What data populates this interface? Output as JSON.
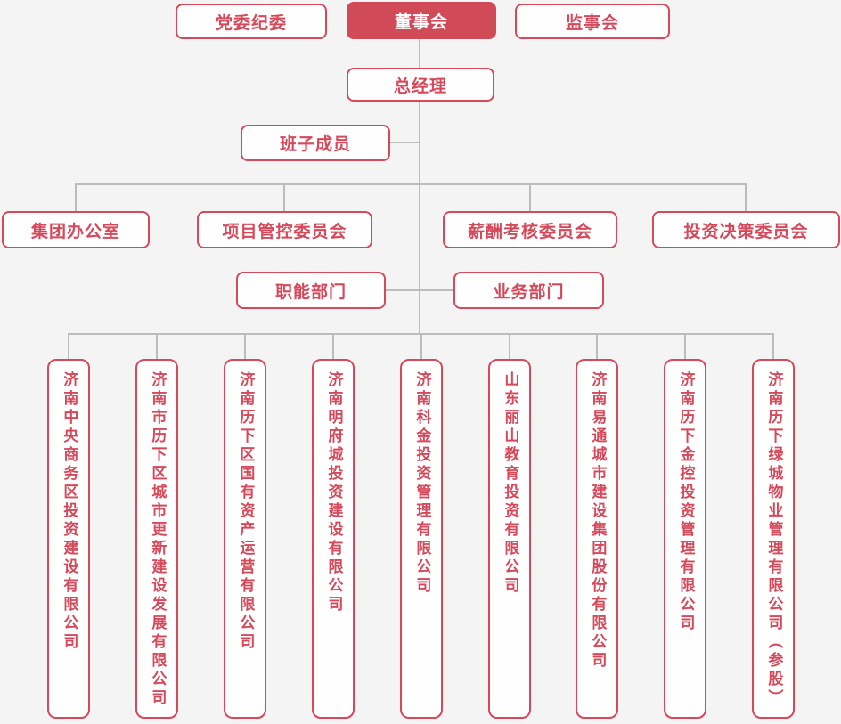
{
  "chart": {
    "type": "org-chart",
    "colors": {
      "background": "#f4f4f4",
      "node_fill": "#fefefe",
      "node_border": "#d5495b",
      "node_text": "#d5495b",
      "highlight_fill": "#d04a58",
      "highlight_text": "#ffffff",
      "connector": "#bcbcbc"
    },
    "nodes": {
      "party": "党委纪委",
      "board": "董事会",
      "supervisory": "监事会",
      "gm": "总经理",
      "team": "班子成员",
      "office": "集团办公室",
      "project": "项目管控委员会",
      "salary": "薪酬考核委员会",
      "investment": "投资决策委员会",
      "functional": "职能部门",
      "business": "业务部门"
    },
    "companies": [
      "济南中央商务区投资建设有限公司",
      "济南市历下区城市更新建设发展有限公司",
      "济南历下区国有资产运营有限公司",
      "济南明府城投资建设有限公司",
      "济南科金投资管理有限公司",
      "山东丽山教育投资有限公司",
      "济南易通城市建设集团股份有限公司",
      "济南历下金控投资管理有限公司",
      "济南历下绿城物业管理有限公司（参股）"
    ]
  }
}
